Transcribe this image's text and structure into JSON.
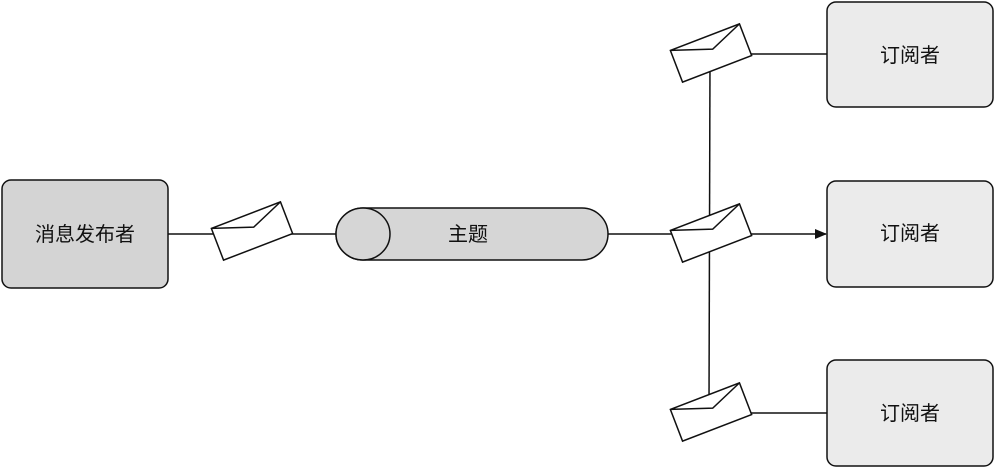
{
  "publisher": {
    "label": "消息发布者",
    "fill": "#d4d4d4"
  },
  "topic": {
    "label": "主题",
    "fill": "#d6d6d6"
  },
  "subscribers": [
    {
      "label": "订阅者"
    },
    {
      "label": "订阅者"
    },
    {
      "label": "订阅者"
    }
  ],
  "colors": {
    "subscriber_fill": "#ebebeb",
    "stroke": "#111111",
    "envelope_fill": "#ffffff"
  },
  "icons": {
    "message": "envelope-icon",
    "arrow": "arrowhead"
  }
}
